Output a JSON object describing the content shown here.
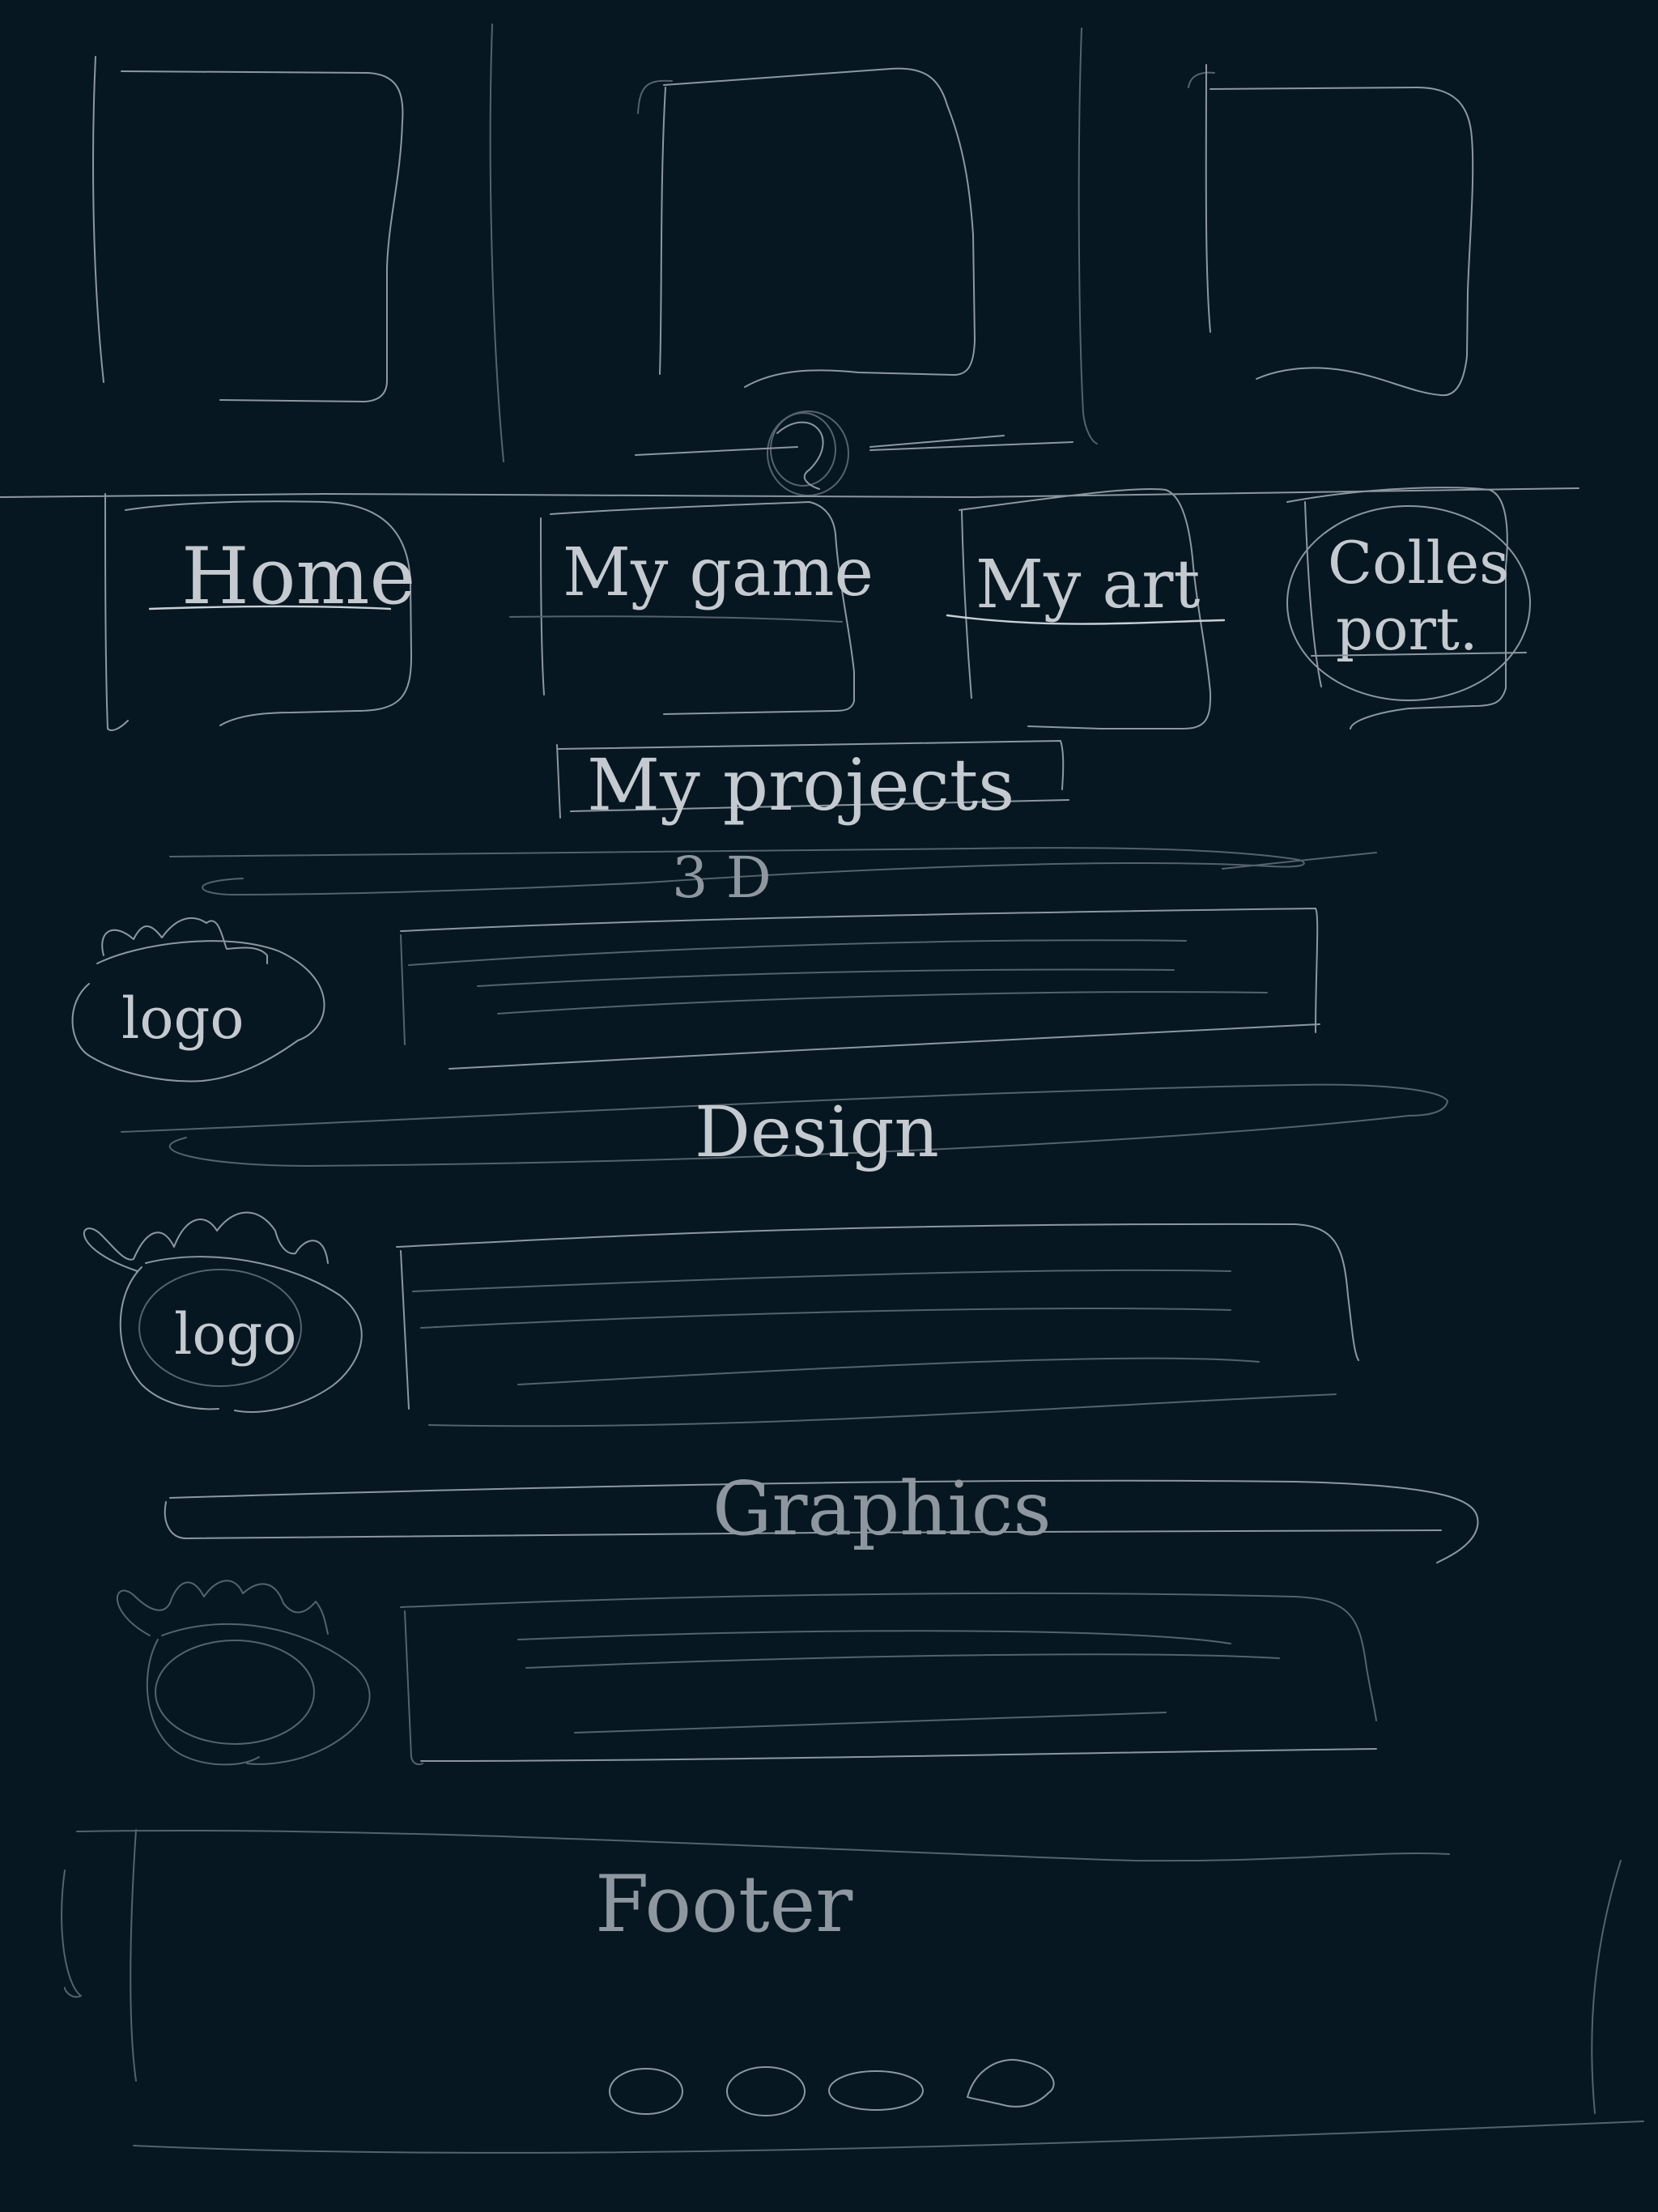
{
  "nav": [
    {
      "label": "Home"
    },
    {
      "label": "My game"
    },
    {
      "label": "My art"
    },
    {
      "label": "Colles",
      "sublabel": "port."
    }
  ],
  "sections": [
    {
      "title": "My projects",
      "subtitle": "3 D",
      "logo": "logo"
    },
    {
      "title": "Design",
      "logo": "logo"
    },
    {
      "title": "Graphics"
    }
  ],
  "footer": {
    "label": "Footer",
    "dots": 4
  },
  "colors": {
    "background": "#061722",
    "ink": "#c9cfd4",
    "ink_faint": "#56626c"
  }
}
